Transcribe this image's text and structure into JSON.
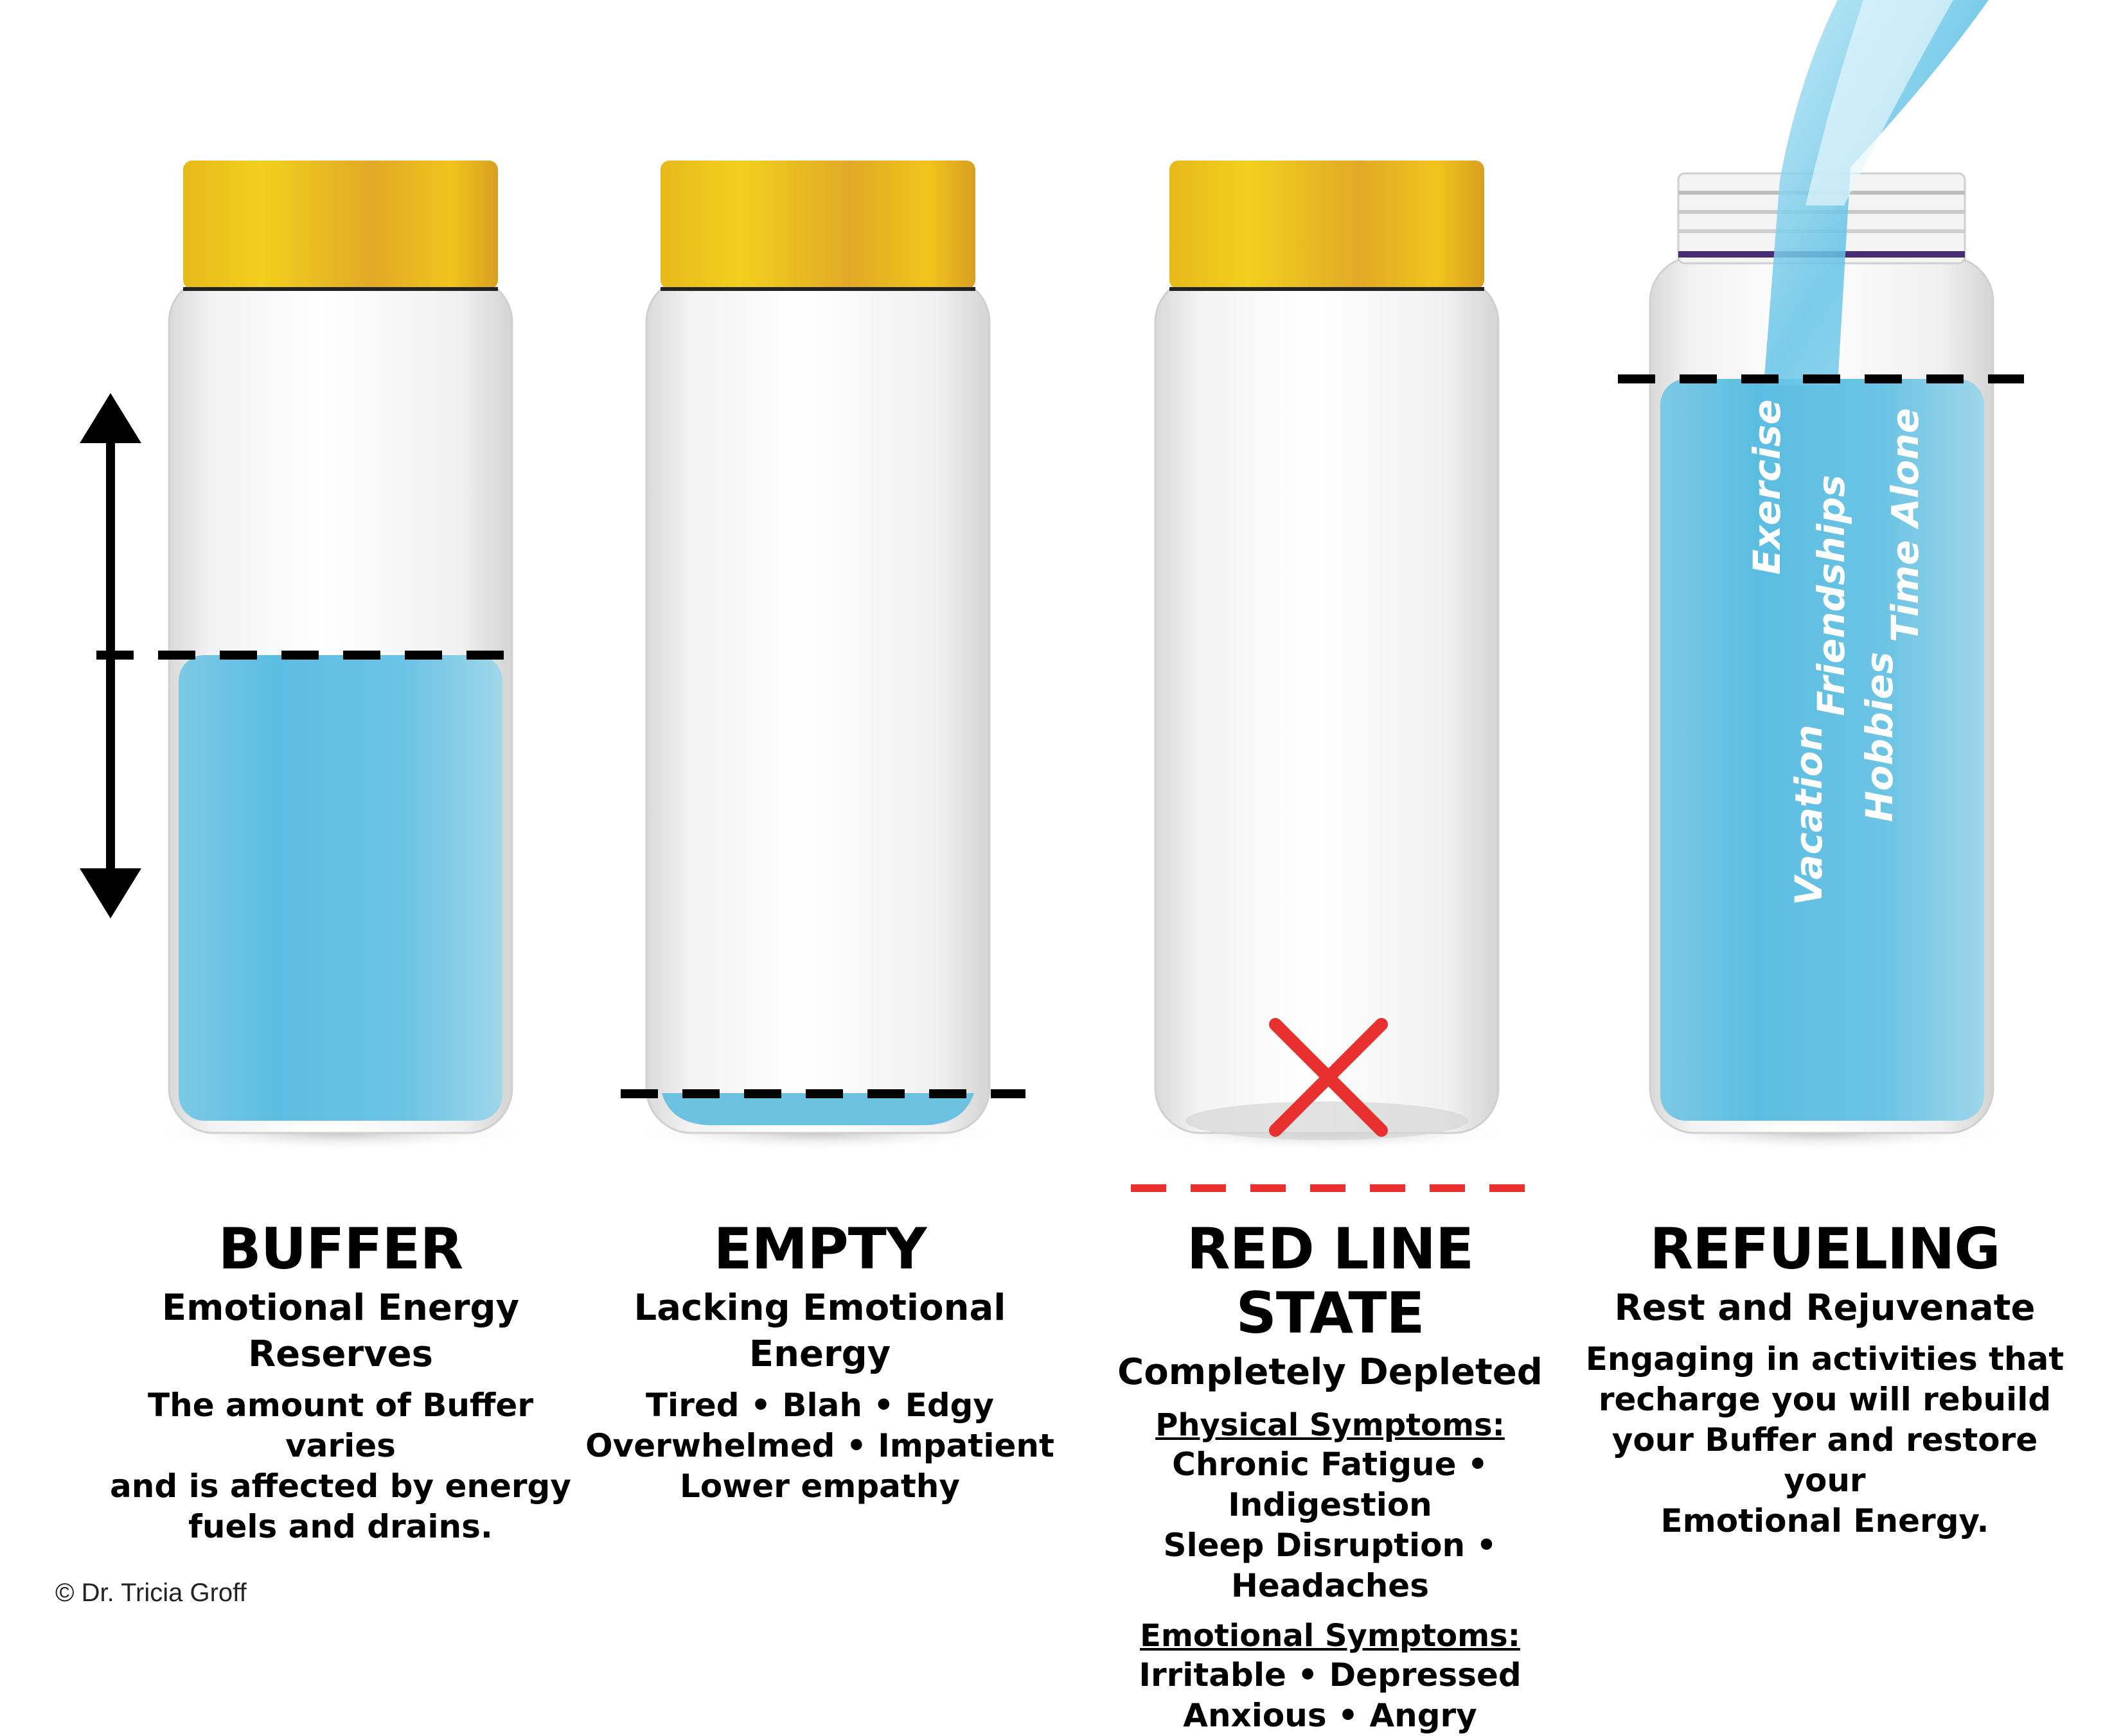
{
  "colors": {
    "liquid": "#5bbfe0",
    "cap": "#e9b21c",
    "red_marker": "#e8312f",
    "black": "#000000"
  },
  "jars": [
    {
      "id": "buffer",
      "fill_level": 0.5,
      "liquid": true,
      "marker": "arrow"
    },
    {
      "id": "empty",
      "fill_level": 0.02,
      "liquid": true,
      "marker": "none"
    },
    {
      "id": "red_line",
      "fill_level": 0,
      "liquid": false,
      "marker": "x-icon"
    },
    {
      "id": "refueling",
      "fill_level": 0.85,
      "liquid": true,
      "marker": "stream"
    }
  ],
  "refuel_words": [
    "Exercise",
    "Friendships",
    "Time Alone",
    "Vacation",
    "Hobbies"
  ],
  "captions": {
    "buffer": {
      "title": "BUFFER",
      "subtitle": [
        "Emotional Energy",
        "Reserves"
      ],
      "body": [
        "The amount of Buffer varies",
        "and is affected by energy",
        "fuels and drains."
      ]
    },
    "empty": {
      "title": "EMPTY",
      "subtitle": [
        "Lacking Emotional",
        "Energy"
      ],
      "body": [
        "Tired • Blah • Edgy",
        "Overwhelmed • Impatient",
        "Lower empathy"
      ]
    },
    "red_line": {
      "title": "RED LINE STATE",
      "subtitle": [
        "Completely Depleted"
      ],
      "physical_heading": "Physical Symptoms:",
      "physical": [
        "Chronic Fatigue • Indigestion",
        "Sleep Disruption • Headaches"
      ],
      "emotional_heading": "Emotional Symptoms:",
      "emotional": [
        "Irritable • Depressed",
        "Anxious • Angry"
      ]
    },
    "refueling": {
      "title": "REFUELING",
      "subtitle": [
        "Rest and Rejuvenate"
      ],
      "body": [
        "Engaging in activities that",
        "recharge you will rebuild",
        "your Buffer and restore your",
        "Emotional Energy."
      ]
    }
  },
  "copyright": "© Dr. Tricia Groff"
}
